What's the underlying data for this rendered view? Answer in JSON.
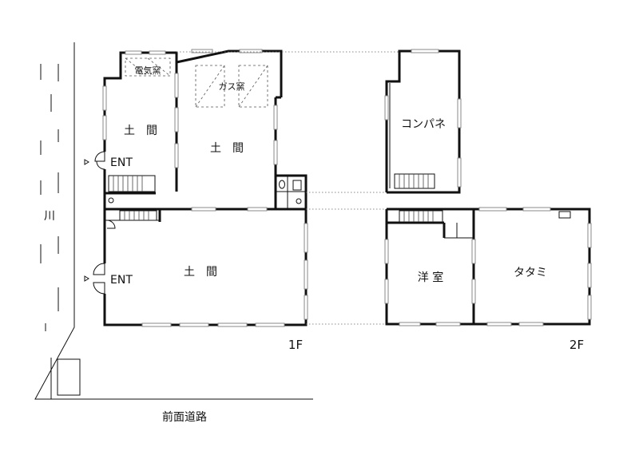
{
  "floor1": {
    "label": "1F",
    "rooms": {
      "doma_small": "土　間",
      "doma_kiln": "土　間",
      "doma_main": "土　間"
    },
    "electric_kiln": "電気窯",
    "gas_kiln": "ガス窯",
    "entrance_upper": "ENT",
    "entrance_lower": "ENT"
  },
  "floor2": {
    "label": "2F",
    "rooms": {
      "compane": "コンパネ",
      "western": "洋 室",
      "tatami": "タタミ"
    }
  },
  "site": {
    "river": "川",
    "road": "前面道路"
  }
}
